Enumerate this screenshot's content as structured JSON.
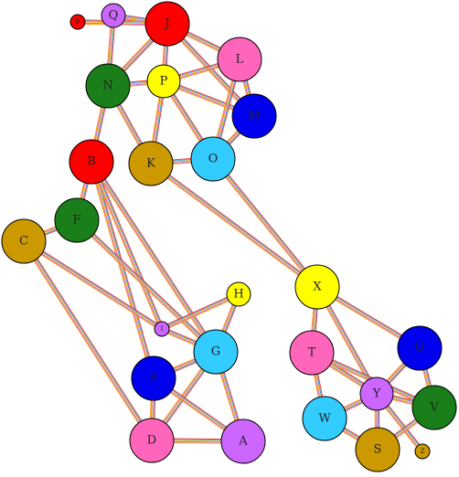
{
  "colors": {
    "red": "#ff0000",
    "violet": "#cc66ff",
    "pink": "#ff66bb",
    "green": "#1a7f1a",
    "yellow": "#ffff00",
    "blue": "#0000ee",
    "cyan": "#33ccff",
    "gold": "#cc9900",
    "edge_palette": [
      "#ff3333",
      "#33aaff",
      "#ffcc00",
      "#cc66ff",
      "#ff9900"
    ]
  },
  "nodes": [
    {
      "id": "J",
      "label": "J",
      "color": "red",
      "size": "large"
    },
    {
      "id": "Q",
      "label": "Q",
      "color": "violet",
      "size": "small"
    },
    {
      "id": "R",
      "label": "R",
      "color": "red",
      "size": "tiny"
    },
    {
      "id": "L",
      "label": "L",
      "color": "pink",
      "size": "large"
    },
    {
      "id": "N",
      "label": "N",
      "color": "green",
      "size": "large"
    },
    {
      "id": "P",
      "label": "P",
      "color": "yellow",
      "size": "medium"
    },
    {
      "id": "M",
      "label": "M",
      "color": "blue",
      "size": "large"
    },
    {
      "id": "B",
      "label": "B",
      "color": "red",
      "size": "large"
    },
    {
      "id": "K",
      "label": "K",
      "color": "gold",
      "size": "large"
    },
    {
      "id": "O",
      "label": "O",
      "color": "cyan",
      "size": "large"
    },
    {
      "id": "F",
      "label": "F",
      "color": "green",
      "size": "large"
    },
    {
      "id": "C",
      "label": "C",
      "color": "gold",
      "size": "large"
    },
    {
      "id": "H",
      "label": "H",
      "color": "yellow",
      "size": "small"
    },
    {
      "id": "X",
      "label": "X",
      "color": "yellow",
      "size": "large"
    },
    {
      "id": "I",
      "label": "I",
      "color": "violet",
      "size": "tiny"
    },
    {
      "id": "G",
      "label": "G",
      "color": "cyan",
      "size": "large"
    },
    {
      "id": "T",
      "label": "T",
      "color": "pink",
      "size": "large"
    },
    {
      "id": "U",
      "label": "U",
      "color": "blue",
      "size": "large"
    },
    {
      "id": "E",
      "label": "E",
      "color": "blue",
      "size": "large"
    },
    {
      "id": "Y",
      "label": "Y",
      "color": "violet",
      "size": "medium"
    },
    {
      "id": "V",
      "label": "V",
      "color": "green",
      "size": "large"
    },
    {
      "id": "W",
      "label": "W",
      "color": "cyan",
      "size": "large"
    },
    {
      "id": "D",
      "label": "D",
      "color": "pink",
      "size": "large"
    },
    {
      "id": "A",
      "label": "A",
      "color": "violet",
      "size": "large"
    },
    {
      "id": "S",
      "label": "S",
      "color": "gold",
      "size": "large"
    },
    {
      "id": "Z",
      "label": "Z",
      "color": "gold",
      "size": "tiny"
    }
  ],
  "edges": [
    [
      "R",
      "J"
    ],
    [
      "Q",
      "J"
    ],
    [
      "Q",
      "N"
    ],
    [
      "J",
      "N"
    ],
    [
      "J",
      "P"
    ],
    [
      "J",
      "L"
    ],
    [
      "J",
      "M"
    ],
    [
      "N",
      "P"
    ],
    [
      "N",
      "K"
    ],
    [
      "N",
      "B"
    ],
    [
      "P",
      "L"
    ],
    [
      "P",
      "M"
    ],
    [
      "P",
      "O"
    ],
    [
      "P",
      "K"
    ],
    [
      "L",
      "M"
    ],
    [
      "L",
      "O"
    ],
    [
      "M",
      "O"
    ],
    [
      "K",
      "O"
    ],
    [
      "K",
      "X"
    ],
    [
      "O",
      "X"
    ],
    [
      "B",
      "F"
    ],
    [
      "B",
      "E"
    ],
    [
      "B",
      "G"
    ],
    [
      "B",
      "I"
    ],
    [
      "F",
      "C"
    ],
    [
      "F",
      "G"
    ],
    [
      "C",
      "I"
    ],
    [
      "C",
      "D"
    ],
    [
      "I",
      "H"
    ],
    [
      "I",
      "G"
    ],
    [
      "H",
      "G"
    ],
    [
      "G",
      "E"
    ],
    [
      "G",
      "D"
    ],
    [
      "G",
      "A"
    ],
    [
      "E",
      "D"
    ],
    [
      "E",
      "A"
    ],
    [
      "D",
      "A"
    ],
    [
      "X",
      "T"
    ],
    [
      "X",
      "Y"
    ],
    [
      "X",
      "U"
    ],
    [
      "T",
      "W"
    ],
    [
      "T",
      "Y"
    ],
    [
      "T",
      "V"
    ],
    [
      "U",
      "Y"
    ],
    [
      "U",
      "V"
    ],
    [
      "Y",
      "V"
    ],
    [
      "Y",
      "W"
    ],
    [
      "Y",
      "S"
    ],
    [
      "Y",
      "Z"
    ],
    [
      "W",
      "S"
    ],
    [
      "S",
      "V"
    ]
  ]
}
